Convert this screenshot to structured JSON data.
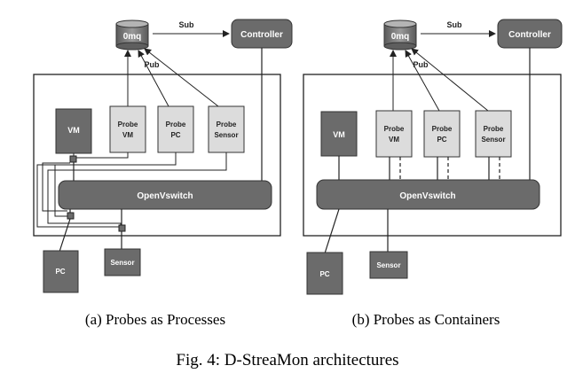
{
  "diagram_a": {
    "queue": "0mq",
    "controller": "Controller",
    "sub": "Sub",
    "pub": "Pub",
    "vm": "VM",
    "probe_vm": [
      "Probe",
      "VM"
    ],
    "probe_pc": [
      "Probe",
      "PC"
    ],
    "probe_sensor": [
      "Probe",
      "Sensor"
    ],
    "switch": "OpenVswitch",
    "pc": "PC",
    "sensor": "Sensor",
    "caption": "(a) Probes as Processes"
  },
  "diagram_b": {
    "queue": "0mq",
    "controller": "Controller",
    "sub": "Sub",
    "pub": "Pub",
    "vm": "VM",
    "probe_vm": [
      "Probe",
      "VM"
    ],
    "probe_pc": [
      "Probe",
      "PC"
    ],
    "probe_sensor": [
      "Probe",
      "Sensor"
    ],
    "switch": "OpenVswitch",
    "pc": "PC",
    "sensor": "Sensor",
    "caption": "(b) Probes as Containers"
  },
  "figure_caption": "Fig. 4: D-StreaMon architectures",
  "colors": {
    "dark_box": "#6b6b6b",
    "probe_box": "#dcdcdc",
    "line": "#222222"
  }
}
